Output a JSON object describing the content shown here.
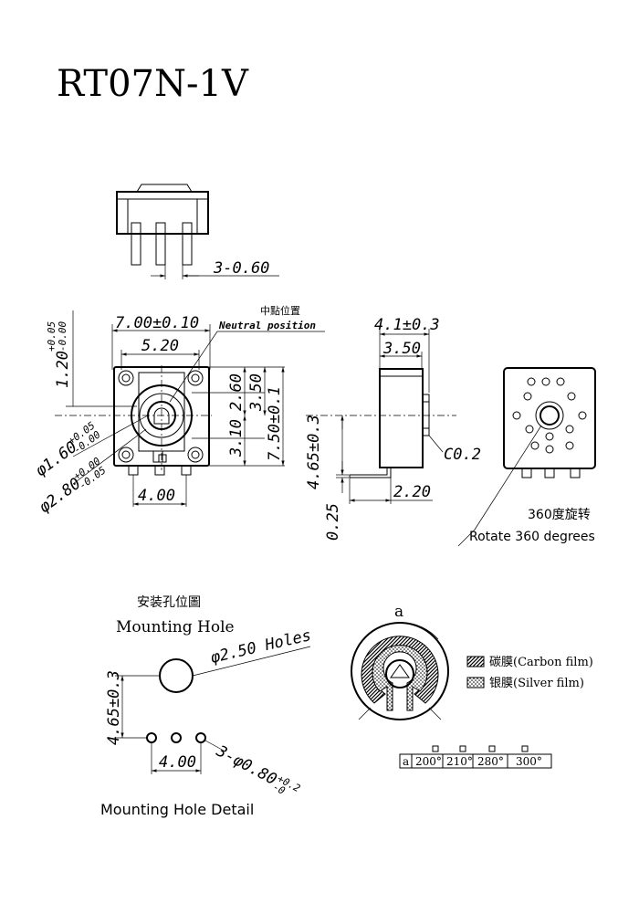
{
  "title": "RT07N-1V",
  "top_view": {
    "pin_spacing": "3-0.60"
  },
  "front_view": {
    "neutral_cn": "中點位置",
    "neutral_en": "Neutral position",
    "width_tol": "7.00±0.10",
    "inner_width": "5.20",
    "shaft_height": "1.20",
    "shaft_height_tol_plus": "+0.05",
    "shaft_height_tol_minus": "-0.00",
    "dim_350": "3.50",
    "dim_260": "2.60",
    "dim_310": "3.10",
    "height_tol": "7.50±0.1",
    "bore_d1": "φ1.60",
    "bore_d1_tol_plus": "+0.05",
    "bore_d1_tol_minus": "-0.00",
    "bore_d2": "φ2.80",
    "bore_d2_tol_plus": "+0.00",
    "bore_d2_tol_minus": "-0.05",
    "pin_pitch": "4.00"
  },
  "side_view": {
    "depth_tol": "4.1±0.3",
    "body_depth": "3.50",
    "pin_height_tol": "4.65±0.3",
    "pin_thickness": "0.25",
    "pin_offset": "2.20",
    "chamfer": "C0.2"
  },
  "rear_view": {
    "rotate_cn": "360度旋转",
    "rotate_en": "Rotate 360 degrees"
  },
  "mounting": {
    "title_cn": "安装孔位圖",
    "title_en": "Mounting Hole",
    "holes_label": "φ2.50 Holes",
    "offset_tol": "4.65±0.3",
    "pitch": "4.00",
    "pin_holes": "3-φ0.80",
    "pin_holes_tol": "+0.2",
    "pin_holes_tol2": "-0",
    "detail_title": "Mounting Hole Detail"
  },
  "resistor": {
    "angle_label": "a",
    "carbon": "碳膜(Carbon film)",
    "silver": "银膜(Silver film)",
    "table_header": "a",
    "angles": [
      "200°",
      "210°",
      "280°",
      "300°"
    ]
  }
}
